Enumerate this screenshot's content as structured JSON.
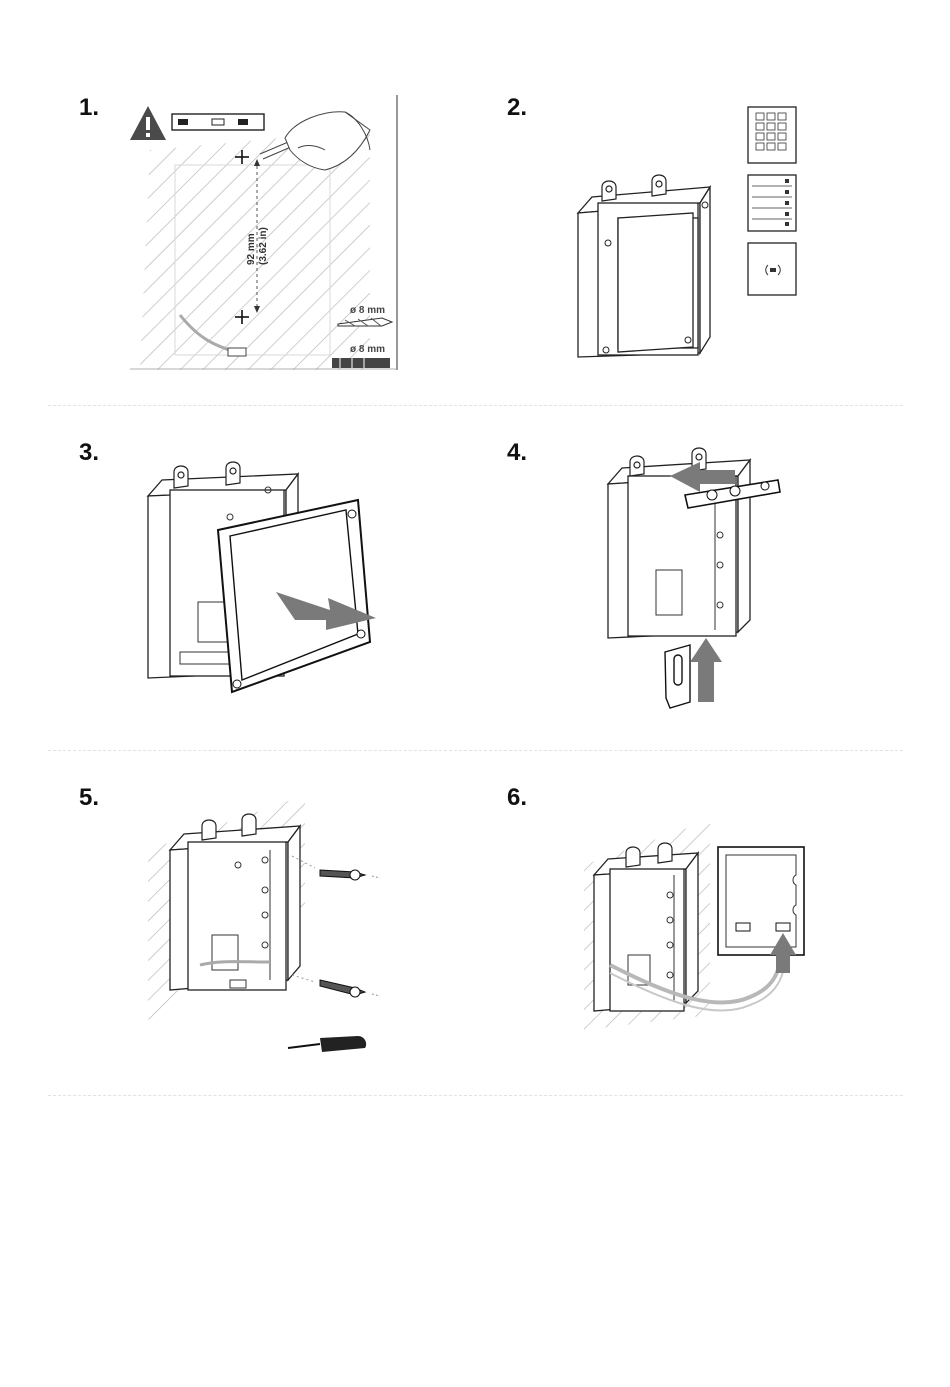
{
  "steps": [
    {
      "number": "1.",
      "icon": "warning-triangle-icon",
      "dimension": {
        "metric": "92 mm",
        "imperial": "(3.62 in)"
      },
      "drill": [
        "ø 8 mm",
        "ø 8 mm"
      ]
    },
    {
      "number": "2.",
      "modules": [
        "keypad-module",
        "button-module",
        "rfid-reader-module"
      ]
    },
    {
      "number": "3."
    },
    {
      "number": "4."
    },
    {
      "number": "5."
    },
    {
      "number": "6."
    }
  ],
  "colors": {
    "line": "#1a1a1a",
    "hatch": "#b5b5b5",
    "arrow": "#7a7a7a",
    "divider": "#e2e2e2"
  }
}
